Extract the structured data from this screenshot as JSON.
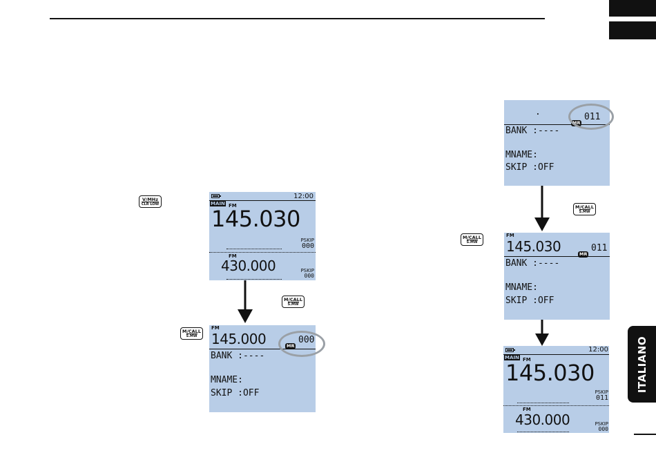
{
  "keys": {
    "vmhz": {
      "top": "V/MHz",
      "bottom": "CLR LOW"
    },
    "mcall": {
      "top": "M/CALL",
      "bottom": "S.MW"
    }
  },
  "screen_a": {
    "clock": "12:00",
    "band_label": "MAIN",
    "mode_main": "FM",
    "freq_main": "145.030",
    "pskip_main": "PSKIP",
    "pskip_main_val": "000",
    "mode_sub": "FM",
    "freq_sub": "430.000",
    "pskip_sub": "PSKIP",
    "pskip_sub_val": "000"
  },
  "screen_b": {
    "mode": "FM",
    "freq": "145.000",
    "mr_badge": "MR",
    "channel": "000",
    "bank": "BANK :----",
    "mname": "MNAME:",
    "skip": "SKIP :OFF"
  },
  "screen_c": {
    "dot": ".",
    "mr_badge": "MR",
    "channel": "011",
    "bank": "BANK :----",
    "mname": "MNAME:",
    "skip": "SKIP :OFF"
  },
  "screen_d": {
    "mode": "FM",
    "freq": "145.030",
    "mr_badge": "MR",
    "channel": "011",
    "bank": "BANK :----",
    "mname": "MNAME:",
    "skip": "SKIP :OFF"
  },
  "screen_e": {
    "clock": "12:00",
    "band_label": "MAIN",
    "mode_main": "FM",
    "freq_main": "145.030",
    "pskip_main": "PSKIP",
    "pskip_main_val": "011",
    "mode_sub": "FM",
    "freq_sub": "430.000",
    "pskip_sub": "PSKIP",
    "pskip_sub_val": "000"
  },
  "side_tab": {
    "label": "ITALIANO"
  }
}
